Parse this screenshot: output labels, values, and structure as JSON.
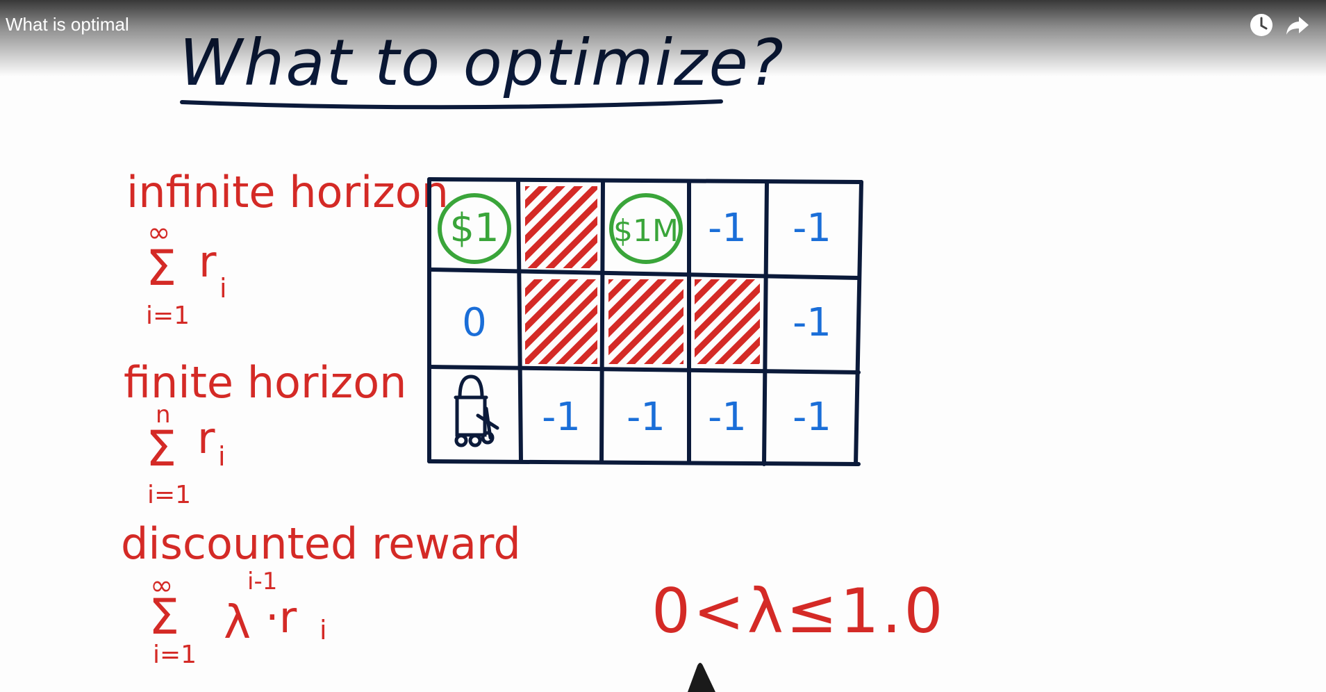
{
  "player": {
    "title": "What is optimal",
    "watch_later_icon": "clock-icon",
    "share_icon": "share-arrow-icon"
  },
  "slide": {
    "heading": "What to optimize?",
    "sections": [
      {
        "label": "infinite horizon",
        "sum_top": "∞",
        "sum_bottom": "i=1",
        "term": "r",
        "sub": "i"
      },
      {
        "label": "finite horizon",
        "sum_top": "n",
        "sum_bottom": "i=1",
        "term": "r",
        "sub": "i"
      },
      {
        "label": "discounted reward",
        "sum_top": "∞",
        "sum_bottom": "i=1",
        "term": "λ",
        "sup": "i-1",
        "tail": "·r",
        "sub": "i"
      }
    ],
    "constraint": "0<λ≤1.0",
    "grid": {
      "rows": [
        [
          {
            "type": "reward",
            "text": "$1"
          },
          {
            "type": "wall"
          },
          {
            "type": "reward",
            "text": "$1M"
          },
          {
            "type": "value",
            "text": "-1"
          },
          {
            "type": "value",
            "text": "-1"
          }
        ],
        [
          {
            "type": "value",
            "text": "0"
          },
          {
            "type": "wall"
          },
          {
            "type": "wall"
          },
          {
            "type": "wall"
          },
          {
            "type": "value",
            "text": "-1"
          }
        ],
        [
          {
            "type": "robot"
          },
          {
            "type": "value",
            "text": "-1"
          },
          {
            "type": "value",
            "text": "-1"
          },
          {
            "type": "value",
            "text": "-1"
          },
          {
            "type": "value",
            "text": "-1"
          }
        ]
      ]
    },
    "colors": {
      "ink": "#0b1a3a",
      "red": "#d42a26",
      "blue": "#1a6ed8",
      "green": "#3aa53a"
    }
  }
}
